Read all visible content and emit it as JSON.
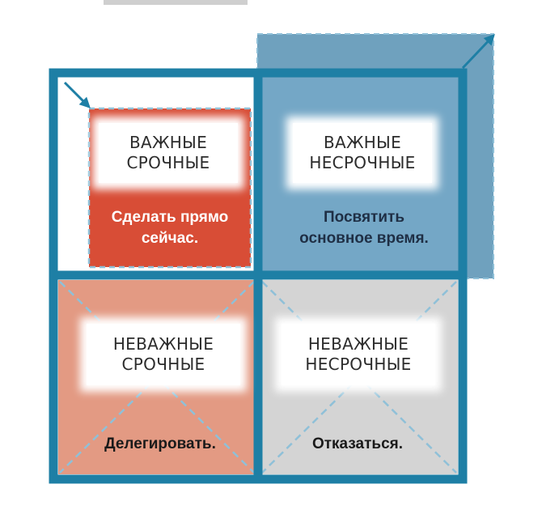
{
  "quadrants": [
    {
      "title_line1": "ВАЖНЫЕ",
      "title_line2": "СРОЧНЫЕ",
      "action_line1": "Сделать прямо",
      "action_line2": "сейчас."
    },
    {
      "title_line1": "ВАЖНЫЕ",
      "title_line2": "НЕСРОЧНЫЕ",
      "action_line1": "Посвятить",
      "action_line2": "основное время."
    },
    {
      "title_line1": "НЕВАЖНЫЕ",
      "title_line2": "СРОЧНЫЕ",
      "action_line1": "Делегировать.",
      "action_line2": ""
    },
    {
      "title_line1": "НЕВАЖНЫЕ",
      "title_line2": "НЕСРОЧНЫЕ",
      "action_line1": "Отказаться.",
      "action_line2": ""
    }
  ],
  "colors": {
    "frame": "#1e7fa5",
    "urgent_important": "#d84d36",
    "important_not_urgent": "#74a7c6",
    "shadow_box": "#6fa1be",
    "delegate": "#e39a83",
    "reject": "#d4d4d4",
    "dashed_lines": "#8fc0d8"
  }
}
